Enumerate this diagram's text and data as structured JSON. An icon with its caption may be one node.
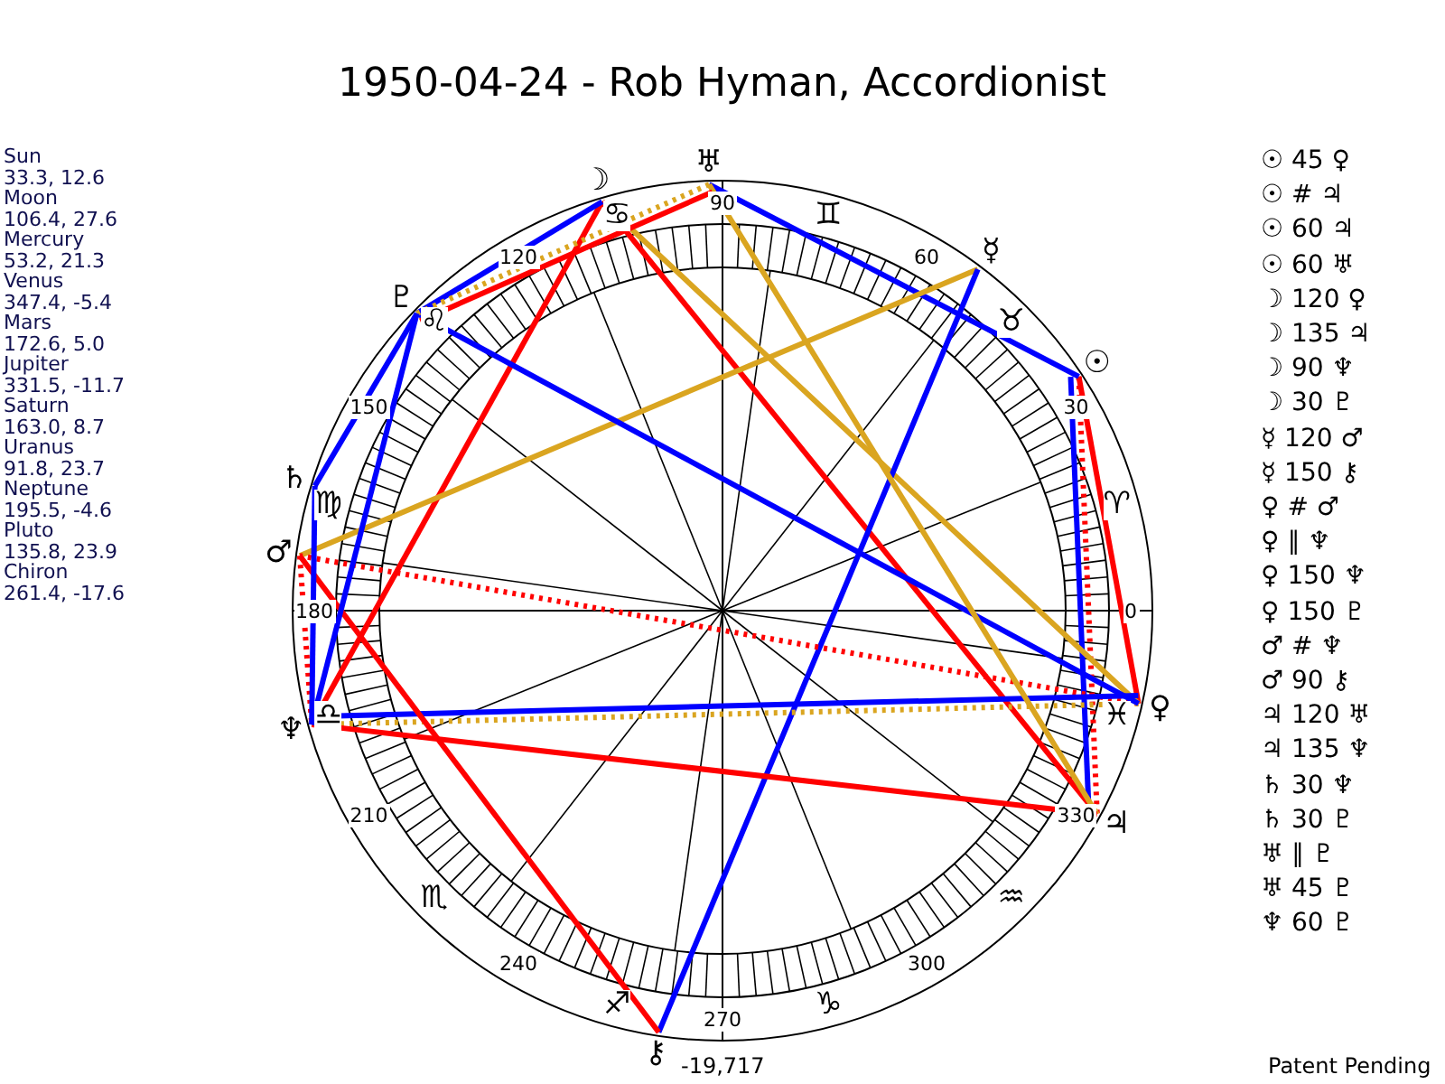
{
  "diagram": {
    "title": "1950-04-24 - Rob Hyman, Accordionist",
    "nodes": [
      {
        "text": [
          "♅"
        ]
      },
      {
        "text": [
          "☽"
        ]
      },
      {
        "text": [
          "☿"
        ]
      },
      {
        "text": [
          "♇"
        ]
      },
      {
        "text": [
          "☉"
        ]
      },
      {
        "text": [
          "♄"
        ]
      },
      {
        "text": [
          "♂"
        ]
      },
      {
        "text": [
          "♆"
        ]
      },
      {
        "text": [
          "♀"
        ]
      },
      {
        "text": [
          "♃"
        ]
      },
      {
        "text": [
          "⚷"
        ]
      }
    ],
    "edges": [
      {
        "from": 4,
        "to": 8,
        "arrow": "none",
        "color": "#ff0000"
      },
      {
        "from": 4,
        "to": 9,
        "arrow": "none",
        "color": "#ff0000",
        "style": "dashed"
      },
      {
        "from": 4,
        "to": 9,
        "arrow": "none",
        "color": "#0000ff"
      },
      {
        "from": 4,
        "to": 0,
        "arrow": "none",
        "color": "#0000ff"
      },
      {
        "from": 1,
        "to": 8,
        "arrow": "none",
        "color": "#daa520"
      },
      {
        "from": 1,
        "to": 9,
        "arrow": "none",
        "color": "#ff0000"
      },
      {
        "from": 1,
        "to": 7,
        "arrow": "none",
        "color": "#ff0000"
      },
      {
        "from": 1,
        "to": 3,
        "arrow": "none",
        "color": "#0000ff"
      },
      {
        "from": 2,
        "to": 6,
        "arrow": "none",
        "color": "#daa520"
      },
      {
        "from": 2,
        "to": 10,
        "arrow": "none",
        "color": "#0000ff"
      },
      {
        "from": 8,
        "to": 6,
        "arrow": "none",
        "color": "#ff0000",
        "style": "dashed"
      },
      {
        "from": 8,
        "to": 7,
        "arrow": "none",
        "color": "#daa520",
        "style": "dashed"
      },
      {
        "from": 8,
        "to": 7,
        "arrow": "none",
        "color": "#0000ff"
      },
      {
        "from": 8,
        "to": 3,
        "arrow": "none",
        "color": "#0000ff"
      },
      {
        "from": 6,
        "to": 7,
        "arrow": "none",
        "color": "#ff0000",
        "style": "dashed"
      },
      {
        "from": 6,
        "to": 10,
        "arrow": "none",
        "color": "#ff0000"
      },
      {
        "from": 9,
        "to": 0,
        "arrow": "none",
        "color": "#daa520"
      },
      {
        "from": 9,
        "to": 7,
        "arrow": "none",
        "color": "#ff0000"
      },
      {
        "from": 5,
        "to": 7,
        "arrow": "none",
        "color": "#0000ff"
      },
      {
        "from": 5,
        "to": 3,
        "arrow": "none",
        "color": "#0000ff"
      },
      {
        "from": 0,
        "to": 3,
        "arrow": "none",
        "color": "#daa520",
        "style": "dashed"
      },
      {
        "from": 0,
        "to": 3,
        "arrow": "none",
        "color": "#ff0000"
      },
      {
        "from": 7,
        "to": 3,
        "arrow": "none",
        "color": "#0000ff"
      }
    ],
    "labels": [
      "Sun",
      "33.3, 12.6",
      "Moon",
      "106.4, 27.6",
      "Mercury",
      "53.2, 21.3",
      "Venus",
      "347.4, -5.4",
      "Mars",
      "172.6, 5.0",
      "Jupiter",
      "331.5, -11.7",
      "Saturn",
      "163.0, 8.7",
      "Uranus",
      "91.8, 23.7",
      "Neptune",
      "195.5, -4.6",
      "Pluto",
      "135.8, 23.9",
      "Chiron",
      "261.4, -17.6",
      "☉ 45 ♀",
      "☉ # ♃",
      "☉ 60 ♃",
      "☉ 60 ♅",
      "☽ 120 ♀",
      "☽ 135 ♃",
      "☽ 90 ♆",
      "☽ 30 ♇",
      "☿ 120 ♂",
      "☿ 150 ⚷",
      "♀ # ♂",
      "♀ ∥ ♆",
      "♀ 150 ♆",
      "♀ 150 ♇",
      "♂ # ♆",
      "♂ 90 ⚷",
      "♃ 120 ♅",
      "♃ 135 ♆",
      "♄ 30 ♆",
      "♄ 30 ♇",
      "♅ ∥ ♇",
      "♅ 45 ♇",
      "♆ 60 ♇",
      "♈",
      "♉",
      "♊",
      "♋",
      "♌",
      "♍",
      "♎",
      "♏",
      "♐",
      "♑",
      "♒",
      "♓",
      "0",
      "30",
      "60",
      "90",
      "120",
      "150",
      "180",
      "210",
      "240",
      "270",
      "300",
      "330",
      "-19,717",
      "Patent Pending"
    ]
  }
}
